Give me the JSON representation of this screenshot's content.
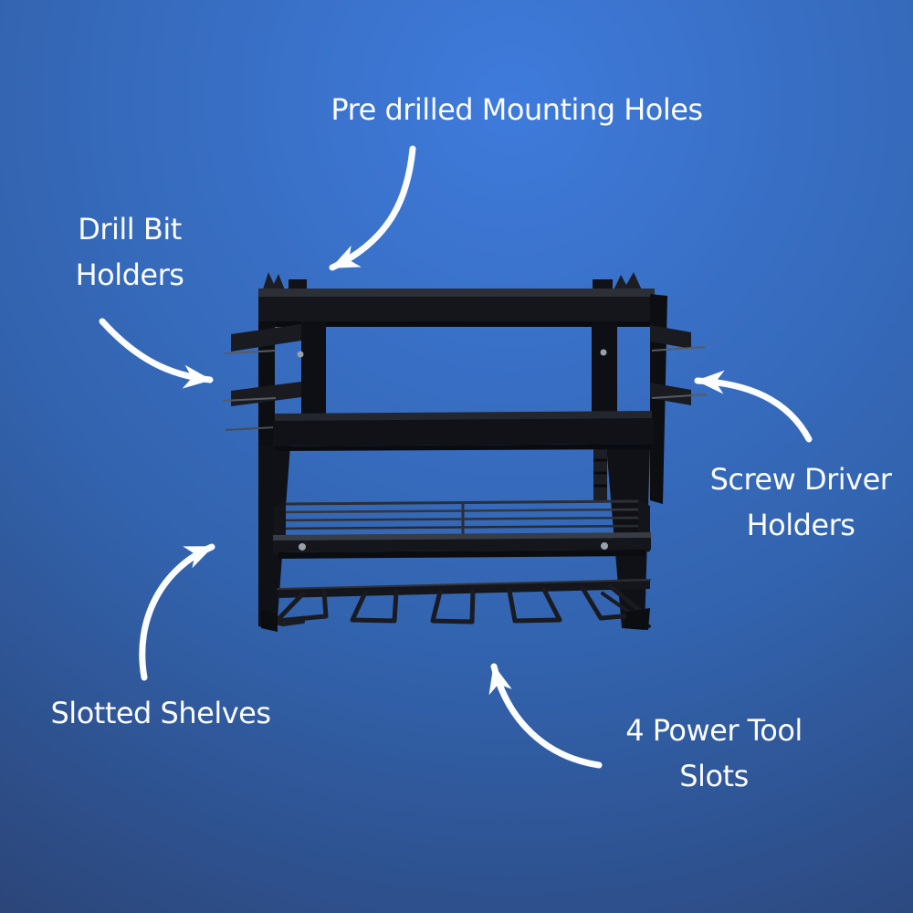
{
  "colors": {
    "background_center": "#3f7bdc",
    "background_mid": "#3263ae",
    "background_edge": "#2b4273",
    "annotation_text": "#fafcff",
    "arrow": "#fbfdff",
    "rack_body": "#121318",
    "rack_highlight": "#2c2f36",
    "screw_silver": "#98a0aa"
  },
  "labels": {
    "mounting_holes": {
      "line1": "Pre drilled Mounting Holes"
    },
    "drill_bit_holders": {
      "line1": "Drill Bit",
      "line2": "Holders"
    },
    "screw_driver_holders": {
      "line1": "Screw Driver",
      "line2": "Holders"
    },
    "slotted_shelves": {
      "line1": "Slotted Shelves"
    },
    "power_tool_slots": {
      "line1": "4 Power Tool",
      "line2": "Slots"
    }
  },
  "product": {
    "description": "Black wall-mounted power tool storage rack",
    "power_tool_slot_count": 4
  }
}
